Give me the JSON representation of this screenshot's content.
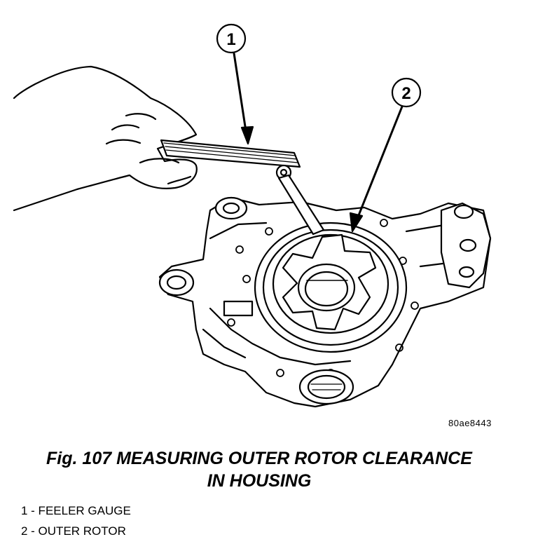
{
  "callouts": [
    {
      "number": "1"
    },
    {
      "number": "2"
    }
  ],
  "figure_code": "80ae8443",
  "caption": {
    "line1": "Fig. 107 MEASURING OUTER ROTOR CLEARANCE",
    "line2": "IN HOUSING"
  },
  "legend": [
    "1 - FEELER GAUGE",
    "2 - OUTER ROTOR"
  ]
}
